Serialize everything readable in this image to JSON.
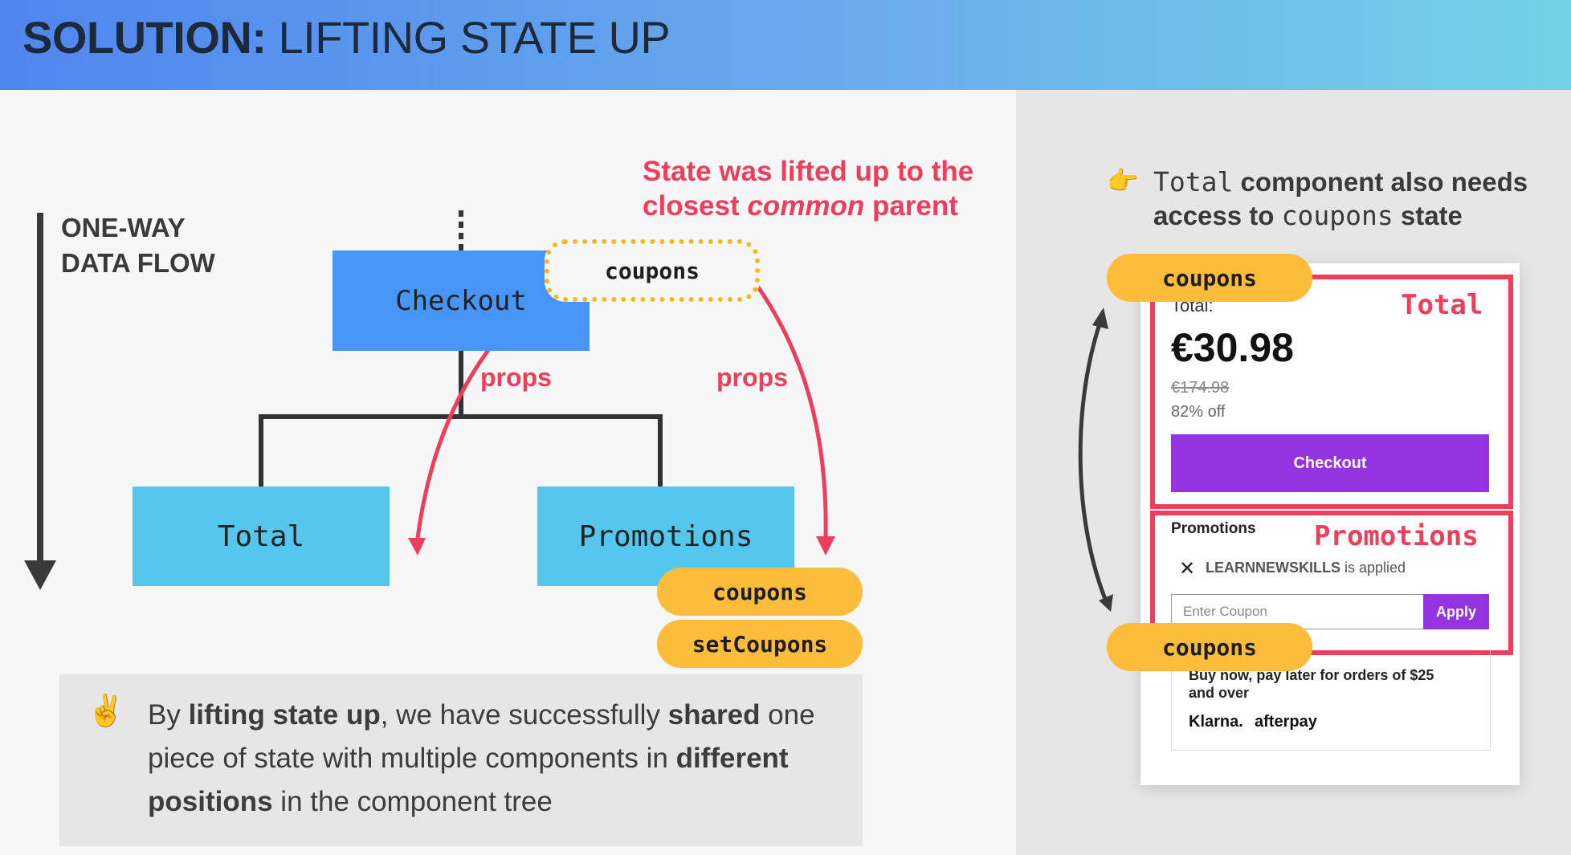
{
  "header": {
    "bold": "SOLUTION:",
    "rest": " LIFTING STATE UP"
  },
  "flow": {
    "line1": "ONE-WAY",
    "line2": "DATA FLOW"
  },
  "lifted": {
    "line1": "State was lifted up to the",
    "line2a": "closest ",
    "line2b": "common",
    "line2c": " parent"
  },
  "tree": {
    "checkout": "Checkout",
    "total": "Total",
    "promotions": "Promotions",
    "state": "coupons",
    "props_left": "props",
    "props_right": "props"
  },
  "pills": {
    "coupons": "coupons",
    "set": "setCoupons"
  },
  "note": {
    "p1": "By ",
    "b1": "lifting state up",
    "p2": ", we have successfully ",
    "b2": "shared",
    "p3": " one piece of state with multiple components in ",
    "b3": "different positions",
    "p4": " in the component tree"
  },
  "side": {
    "code": "Total",
    "text1": " component also needs",
    "text2a": "access to ",
    "code2": "coupons",
    "text2b": " state"
  },
  "side_pills": {
    "top": "coupons",
    "bottom": "coupons"
  },
  "card": {
    "total_label": "Total:",
    "total_tag": "Total",
    "price": "€30.98",
    "old_price": "€174.98",
    "discount": "82% off",
    "checkout": "Checkout",
    "promo_label": "Promotions",
    "promo_tag": "Promotions",
    "code": "LEARNNEWSKILLS",
    "applied": " is applied",
    "placeholder": "Enter Coupon",
    "apply": "Apply",
    "bnpl1": "Buy now, pay later for orders of $25",
    "bnpl2": "and over",
    "klarna": "Klarna.",
    "afterpay": "afterpay"
  },
  "colors": {
    "checkout": "#4695f7",
    "child": "#55c6ec",
    "accent": "#ee3e5b",
    "pill": "#fdbd3a",
    "button": "#9433e0"
  },
  "icons": {
    "pointer": "backhand-index-pointing-right",
    "victory": "victory-hand",
    "close": "close-icon"
  }
}
